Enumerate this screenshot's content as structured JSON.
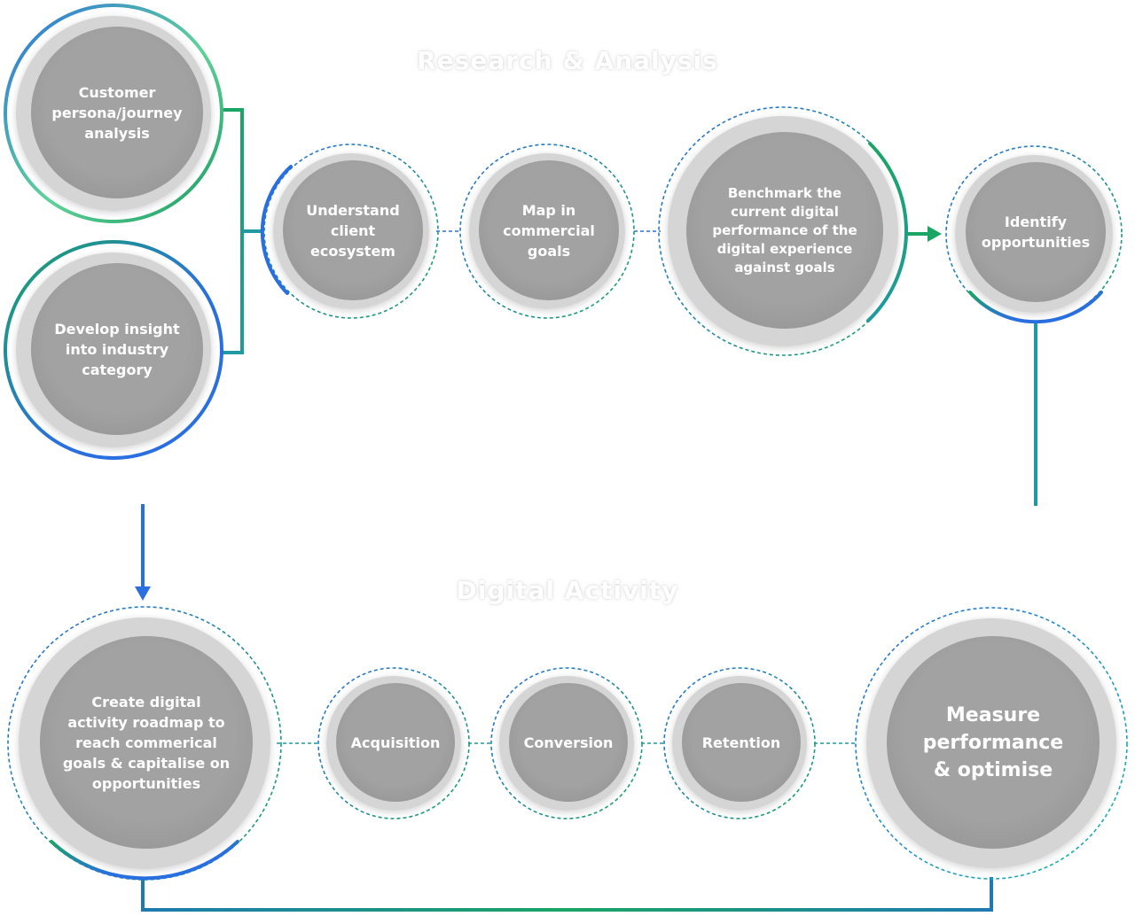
{
  "sections": {
    "research": "Research & Analysis",
    "digital": "Digital Activity"
  },
  "nodes": {
    "customer_persona": "Customer persona/journey analysis",
    "industry_insight": "Develop insight into industry category",
    "understand_client": "Understand client ecosystem",
    "map_goals": "Map in commercial goals",
    "benchmark": "Benchmark the current digital performance of the digital experience against goals",
    "identify": "Identify opportunities",
    "roadmap": "Create digital activity roadmap to reach commerical goals & capitalise on opportunities",
    "acquisition": "Acquisition",
    "conversion": "Conversion",
    "retention": "Retention",
    "measure": "Measure performance & optimise"
  },
  "colors": {
    "blue": "#2a6fe0",
    "green": "#1aa565",
    "light_green": "#5fd39a",
    "teal": "#1f9aa0",
    "circle_fill": "#a3a3a3",
    "circle_outer": "#d6d6d6"
  }
}
